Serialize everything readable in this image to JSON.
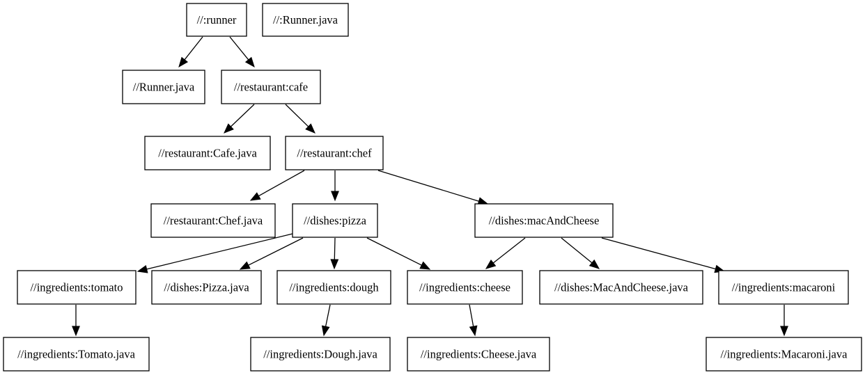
{
  "graph": {
    "nodes": [
      {
        "id": "runner",
        "label": "//:runner"
      },
      {
        "id": "runner_java_root",
        "label": "//:Runner.java"
      },
      {
        "id": "runner_java",
        "label": "//Runner.java"
      },
      {
        "id": "cafe",
        "label": "//restaurant:cafe"
      },
      {
        "id": "cafe_java",
        "label": "//restaurant:Cafe.java"
      },
      {
        "id": "chef",
        "label": "//restaurant:chef"
      },
      {
        "id": "chef_java",
        "label": "//restaurant:Chef.java"
      },
      {
        "id": "pizza",
        "label": "//dishes:pizza"
      },
      {
        "id": "macandcheese",
        "label": "//dishes:macAndCheese"
      },
      {
        "id": "tomato",
        "label": "//ingredients:tomato"
      },
      {
        "id": "pizza_java",
        "label": "//dishes:Pizza.java"
      },
      {
        "id": "dough",
        "label": "//ingredients:dough"
      },
      {
        "id": "cheese",
        "label": "//ingredients:cheese"
      },
      {
        "id": "macandcheese_java",
        "label": "//dishes:MacAndCheese.java"
      },
      {
        "id": "macaroni",
        "label": "//ingredients:macaroni"
      },
      {
        "id": "tomato_java",
        "label": "//ingredients:Tomato.java"
      },
      {
        "id": "dough_java",
        "label": "//ingredients:Dough.java"
      },
      {
        "id": "cheese_java",
        "label": "//ingredients:Cheese.java"
      },
      {
        "id": "macaroni_java",
        "label": "//ingredients:Macaroni.java"
      }
    ],
    "edges": [
      {
        "from": "runner",
        "to": "runner_java"
      },
      {
        "from": "runner",
        "to": "cafe"
      },
      {
        "from": "cafe",
        "to": "cafe_java"
      },
      {
        "from": "cafe",
        "to": "chef"
      },
      {
        "from": "chef",
        "to": "chef_java"
      },
      {
        "from": "chef",
        "to": "pizza"
      },
      {
        "from": "chef",
        "to": "macandcheese"
      },
      {
        "from": "pizza",
        "to": "tomato"
      },
      {
        "from": "pizza",
        "to": "pizza_java"
      },
      {
        "from": "pizza",
        "to": "dough"
      },
      {
        "from": "pizza",
        "to": "cheese"
      },
      {
        "from": "macandcheese",
        "to": "cheese"
      },
      {
        "from": "macandcheese",
        "to": "macandcheese_java"
      },
      {
        "from": "macandcheese",
        "to": "macaroni"
      },
      {
        "from": "tomato",
        "to": "tomato_java"
      },
      {
        "from": "dough",
        "to": "dough_java"
      },
      {
        "from": "cheese",
        "to": "cheese_java"
      },
      {
        "from": "macaroni",
        "to": "macaroni_java"
      }
    ]
  }
}
